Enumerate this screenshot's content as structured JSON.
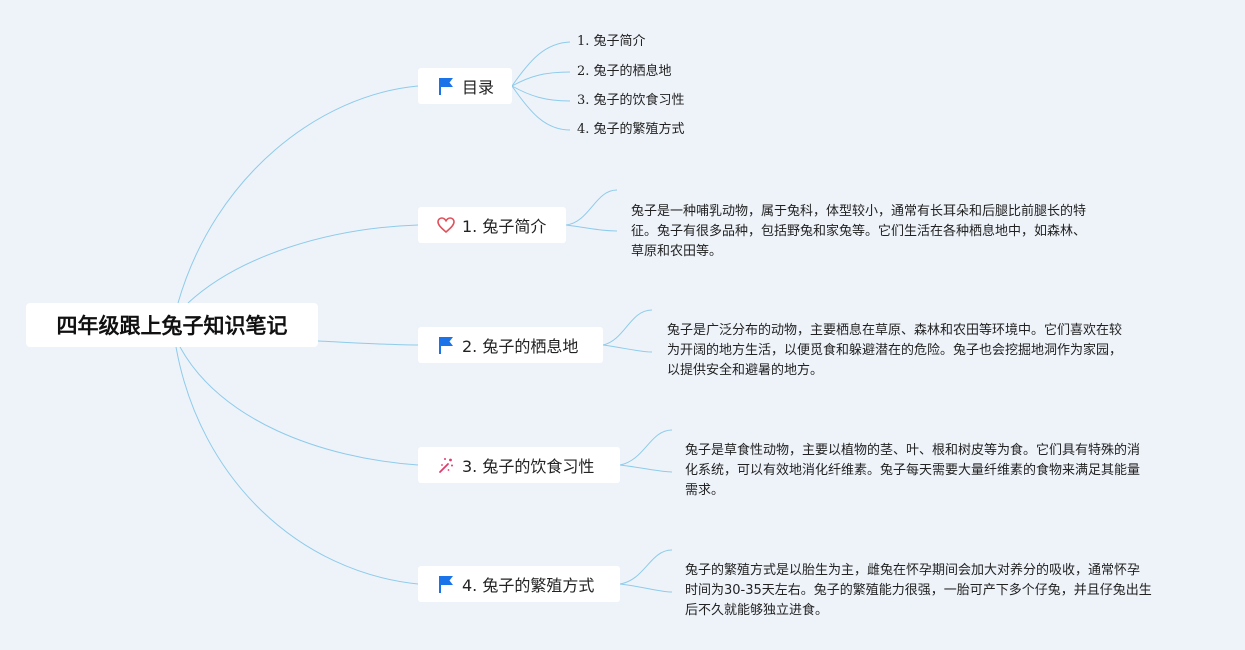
{
  "root": {
    "title": "四年级跟上兔子知识笔记"
  },
  "branches": {
    "toc": {
      "label": "目录",
      "items": [
        "1. 兔子简介",
        "2. 兔子的栖息地",
        "3. 兔子的饮食习性",
        "4. 兔子的繁殖方式"
      ]
    },
    "intro": {
      "label": "1. 兔子简介",
      "text": "兔子是一种哺乳动物，属于兔科，体型较小，通常有长耳朵和后腿比前腿长的特\n征。兔子有很多品种，包括野兔和家兔等。它们生活在各种栖息地中，如森林、\n草原和农田等。"
    },
    "habitat": {
      "label": "2. 兔子的栖息地",
      "text": "兔子是广泛分布的动物，主要栖息在草原、森林和农田等环境中。它们喜欢在较\n为开阔的地方生活，以便觅食和躲避潜在的危险。兔子也会挖掘地洞作为家园，\n以提供安全和避暑的地方。"
    },
    "diet": {
      "label": "3. 兔子的饮食习性",
      "text": "兔子是草食性动物，主要以植物的茎、叶、根和树皮等为食。它们具有特殊的消\n化系统，可以有效地消化纤维素。兔子每天需要大量纤维素的食物来满足其能量\n需求。"
    },
    "breeding": {
      "label": "4. 兔子的繁殖方式",
      "text": "兔子的繁殖方式是以胎生为主，雌兔在怀孕期间会加大对养分的吸收，通常怀孕\n时间为30-35天左右。兔子的繁殖能力很强，一胎可产下多个仔兔，并且仔兔出生\n后不久就能够独立进食。"
    }
  },
  "colors": {
    "background": "#eef3fa",
    "connector": "#8ecbea",
    "flag": "#1a73e8",
    "heart": "#e0505a",
    "sparkle": "#e03c6b"
  },
  "icons": {
    "toc": "flag-icon",
    "intro": "heart-icon",
    "habitat": "flag-icon",
    "diet": "sparkle-icon",
    "breeding": "flag-icon"
  }
}
